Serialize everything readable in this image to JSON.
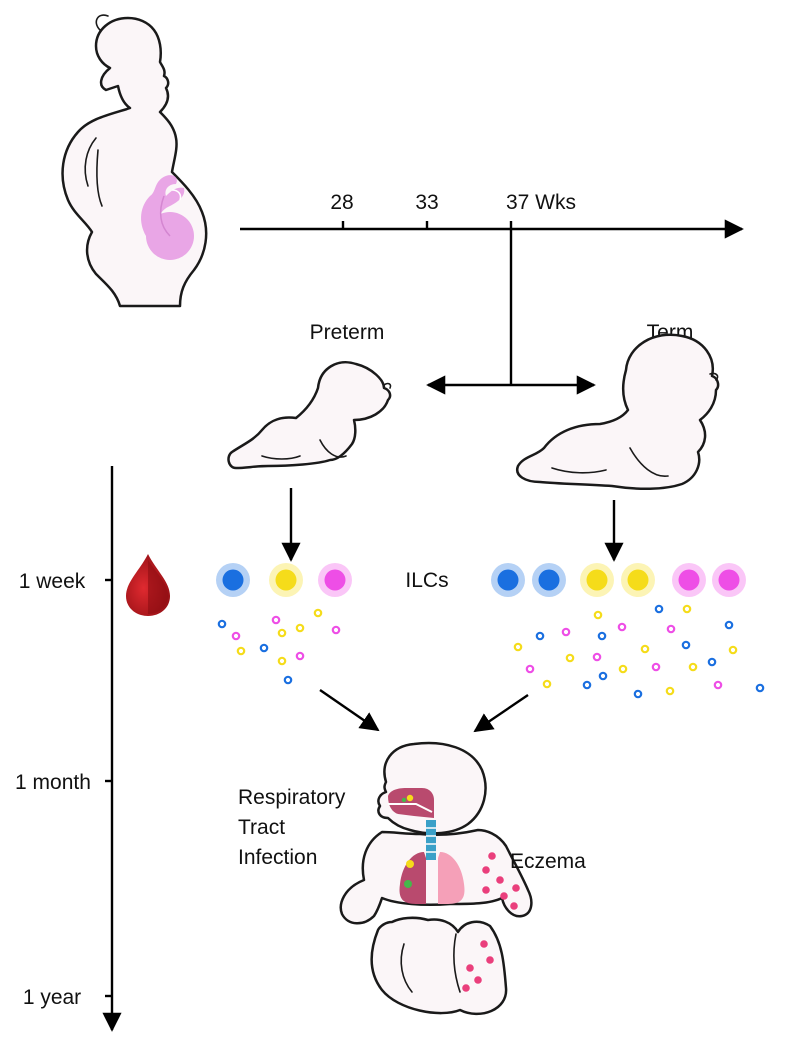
{
  "timeline": {
    "ticks": [
      "28",
      "33",
      "37 Wks"
    ]
  },
  "groups": {
    "preterm_label": "Preterm",
    "term_label": "Term"
  },
  "age_axis": {
    "ticks": [
      "1 week",
      "1 month",
      "1 year"
    ]
  },
  "ilc": {
    "label": "ILCs",
    "preterm_cells": [
      "blue",
      "yellow",
      "magenta"
    ],
    "term_cells": [
      "blue",
      "blue",
      "yellow",
      "yellow",
      "magenta",
      "magenta"
    ]
  },
  "outcomes": {
    "respiratory_lines": [
      "Respiratory",
      "Tract",
      "Infection"
    ],
    "eczema": "Eczema"
  },
  "colors": {
    "ilc_blue": "#1a6fe0",
    "ilc_yellow": "#f5dc1a",
    "ilc_magenta": "#ee4ee6",
    "fetus": "#e9a6e6",
    "blood": "#c4161c",
    "lung_dark": "#b94a6e",
    "lung_light": "#f5a0b8",
    "eczema_spot": "#ea3f7c",
    "trachea": "#3aa0c8"
  }
}
